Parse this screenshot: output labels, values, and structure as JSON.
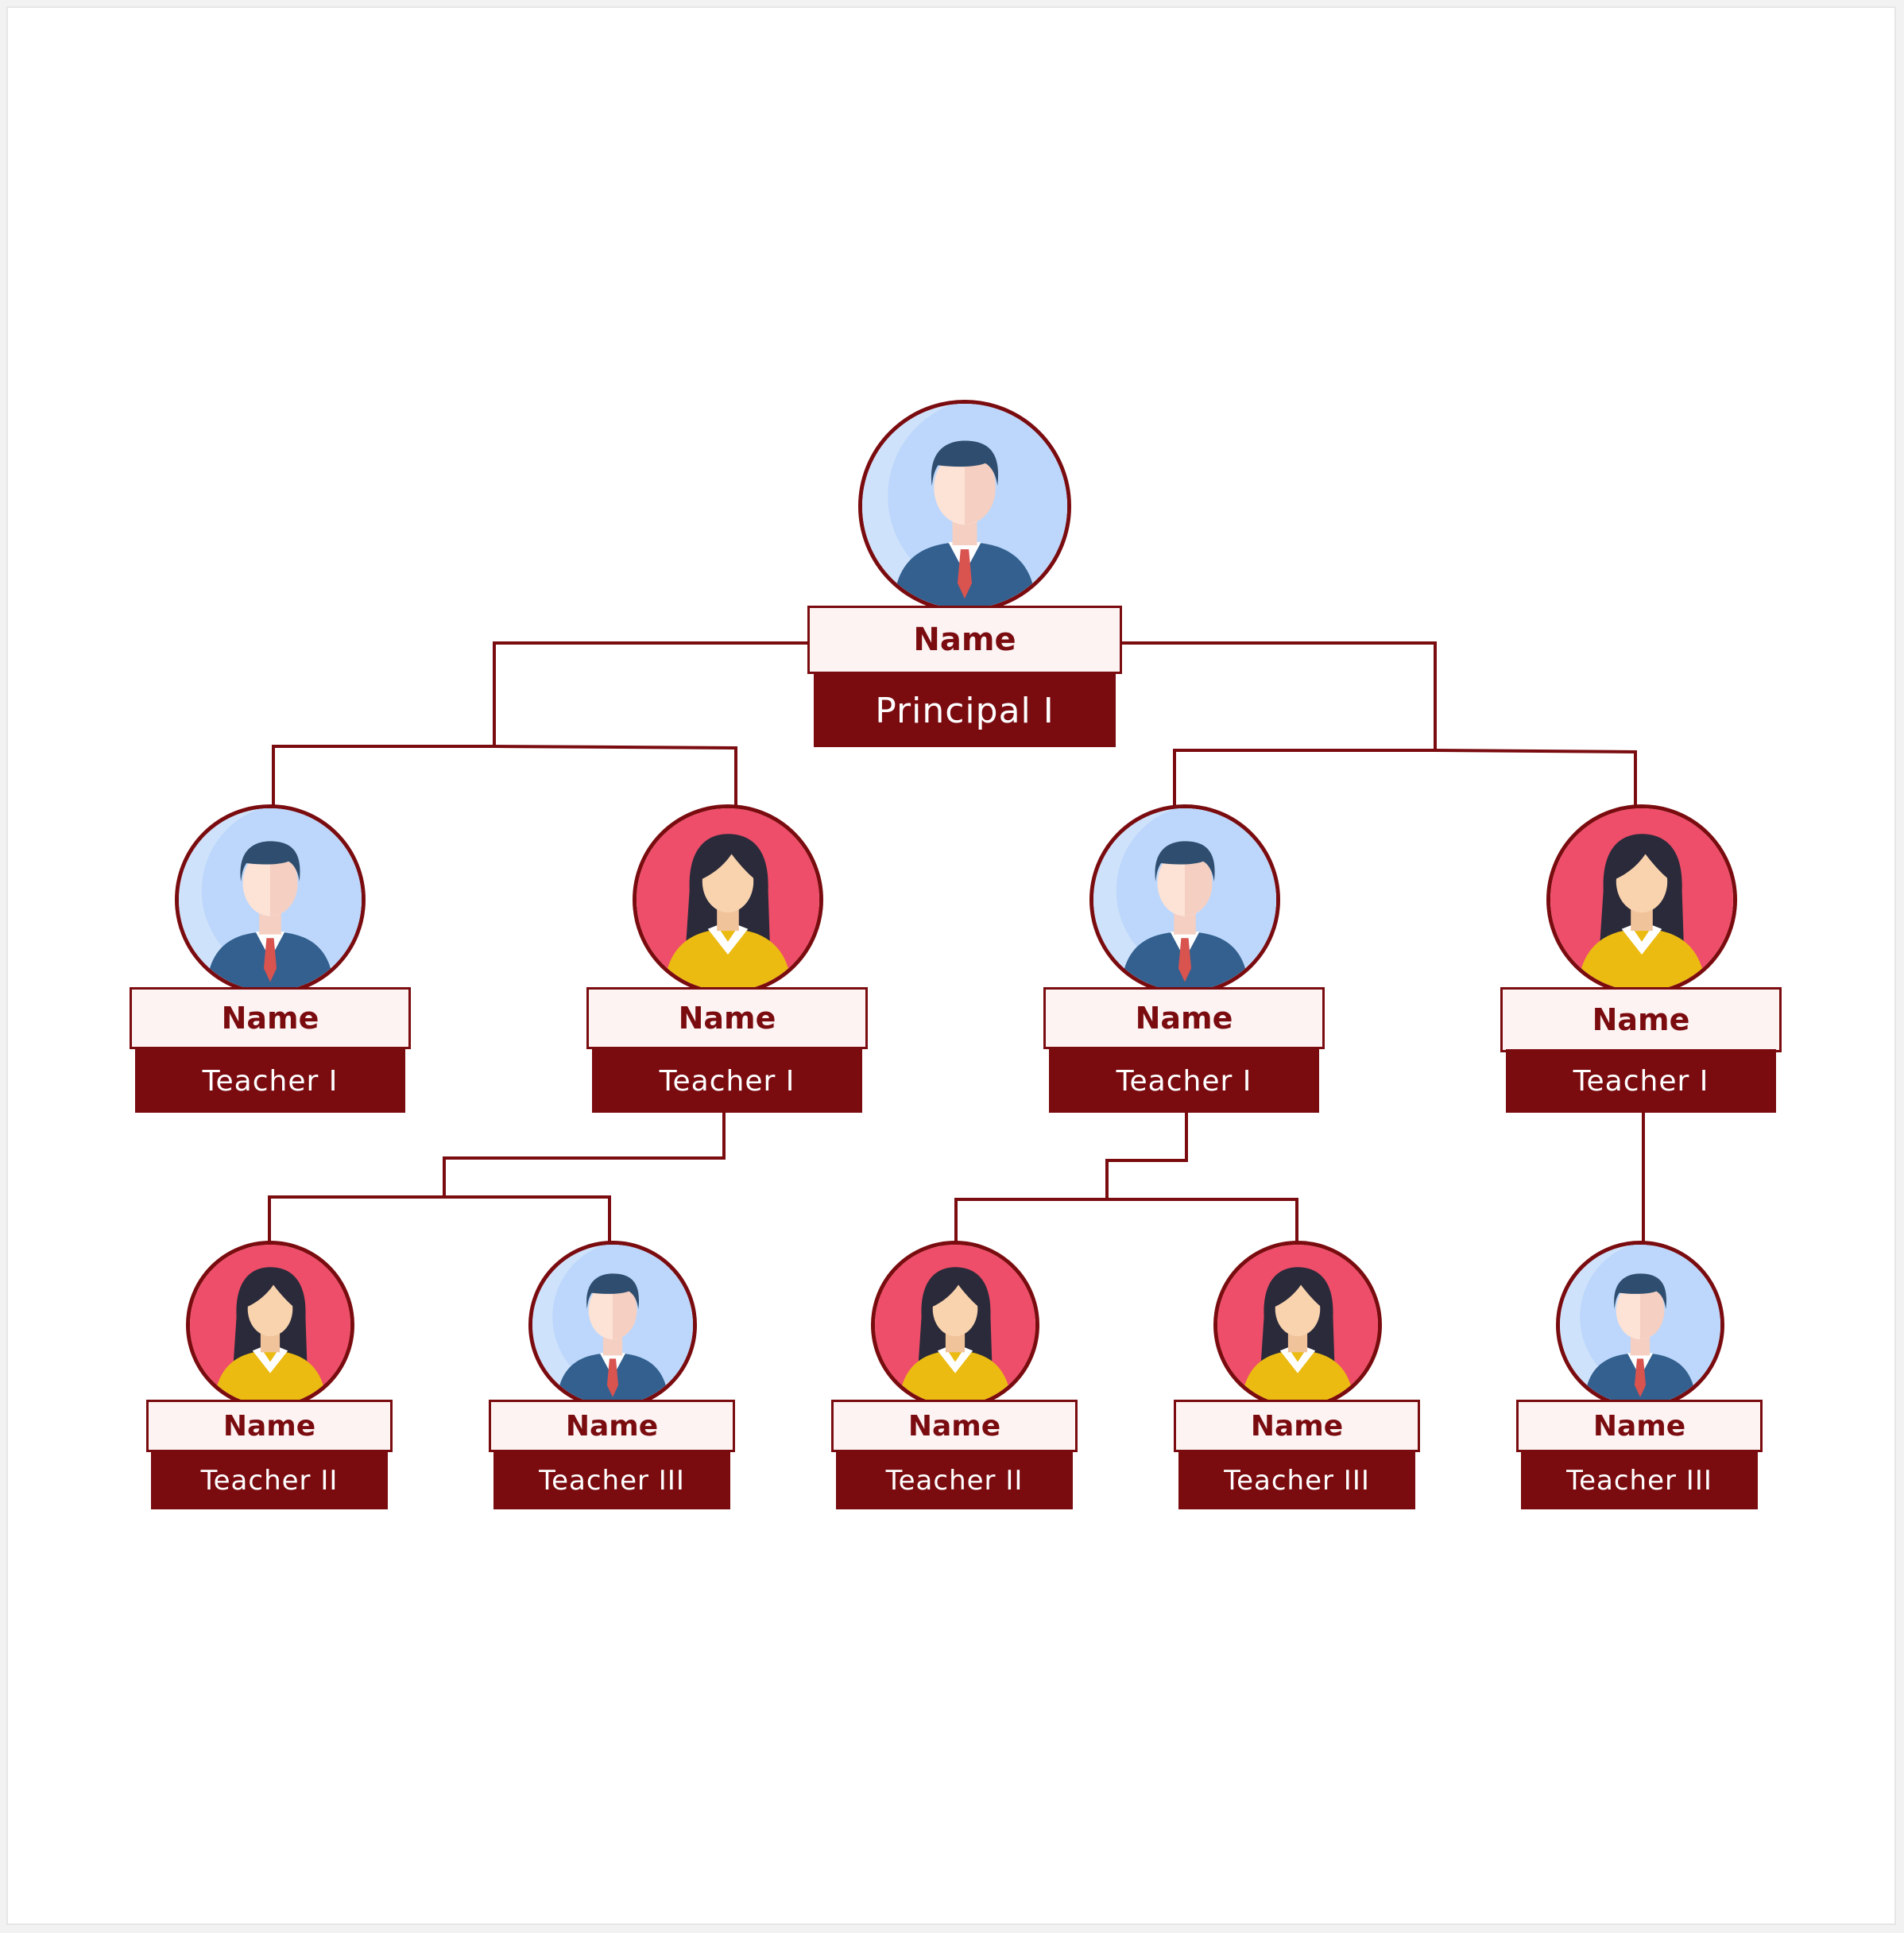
{
  "colors": {
    "accent": "#7a0c10",
    "name_fill": "#fdf3f3",
    "male_bg": "#cfe2fb",
    "female_bg": "#ee4e69"
  },
  "nodes": [
    {
      "name": "Name",
      "role": "Principal I",
      "avatar": "male-icon"
    },
    {
      "name": "Name",
      "role": "Teacher I",
      "avatar": "male-icon"
    },
    {
      "name": "Name",
      "role": "Teacher I",
      "avatar": "female-icon"
    },
    {
      "name": "Name",
      "role": "Teacher I",
      "avatar": "male-icon"
    },
    {
      "name": "Name",
      "role": "Teacher I",
      "avatar": "female-icon"
    },
    {
      "name": "Name",
      "role": "Teacher II",
      "avatar": "female-icon"
    },
    {
      "name": "Name",
      "role": "Teacher III",
      "avatar": "male-icon"
    },
    {
      "name": "Name",
      "role": "Teacher II",
      "avatar": "female-icon"
    },
    {
      "name": "Name",
      "role": "Teacher III",
      "avatar": "female-icon"
    },
    {
      "name": "Name",
      "role": "Teacher III",
      "avatar": "male-icon"
    }
  ]
}
